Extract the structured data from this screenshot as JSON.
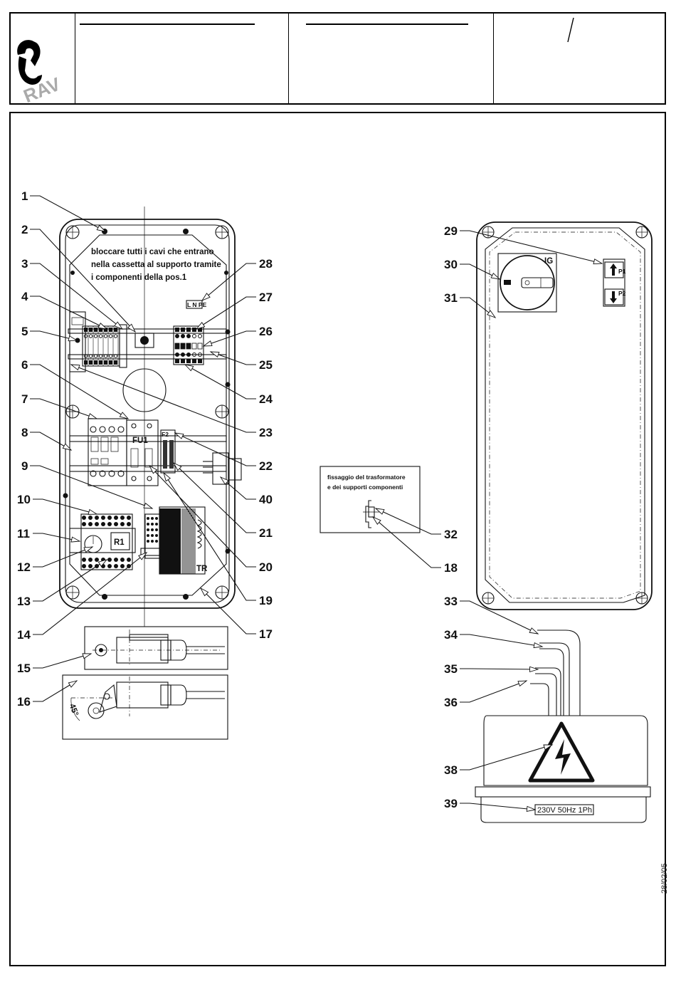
{
  "title_block": {
    "logo_text": "RAV",
    "field_1": "",
    "field_2": "",
    "field_3": "/"
  },
  "left_panel": {
    "note": [
      "bloccare tutti i cavi che entrano",
      "nella cassetta al supporto tramite",
      "i componenti della pos.1"
    ],
    "component_labels": {
      "fuse_holder": "FU1",
      "fuse_2": "F2",
      "relay": "R1",
      "transformer": "TR",
      "terminal_tag": "L N PE"
    },
    "angle_label": "45°",
    "callouts_left": [
      "1",
      "2",
      "3",
      "4",
      "5",
      "6",
      "7",
      "8",
      "9",
      "10",
      "11",
      "12",
      "13",
      "14",
      "15",
      "16"
    ],
    "callouts_right": [
      "28",
      "27",
      "26",
      "25",
      "24",
      "23",
      "22",
      "40",
      "21",
      "20",
      "19",
      "17"
    ]
  },
  "detail_panel": {
    "note": [
      "fissaggio del trasformatore",
      "e dei supporti componenti"
    ],
    "callouts": [
      "32",
      "18"
    ]
  },
  "right_panel": {
    "switch_label": "IG",
    "button_labels": [
      "P1",
      "P2"
    ],
    "voltage_label": "230V 50Hz 1Ph",
    "callouts": [
      "29",
      "30",
      "31",
      "33",
      "34",
      "35",
      "36",
      "38",
      "39"
    ]
  },
  "date": "28/02/05"
}
